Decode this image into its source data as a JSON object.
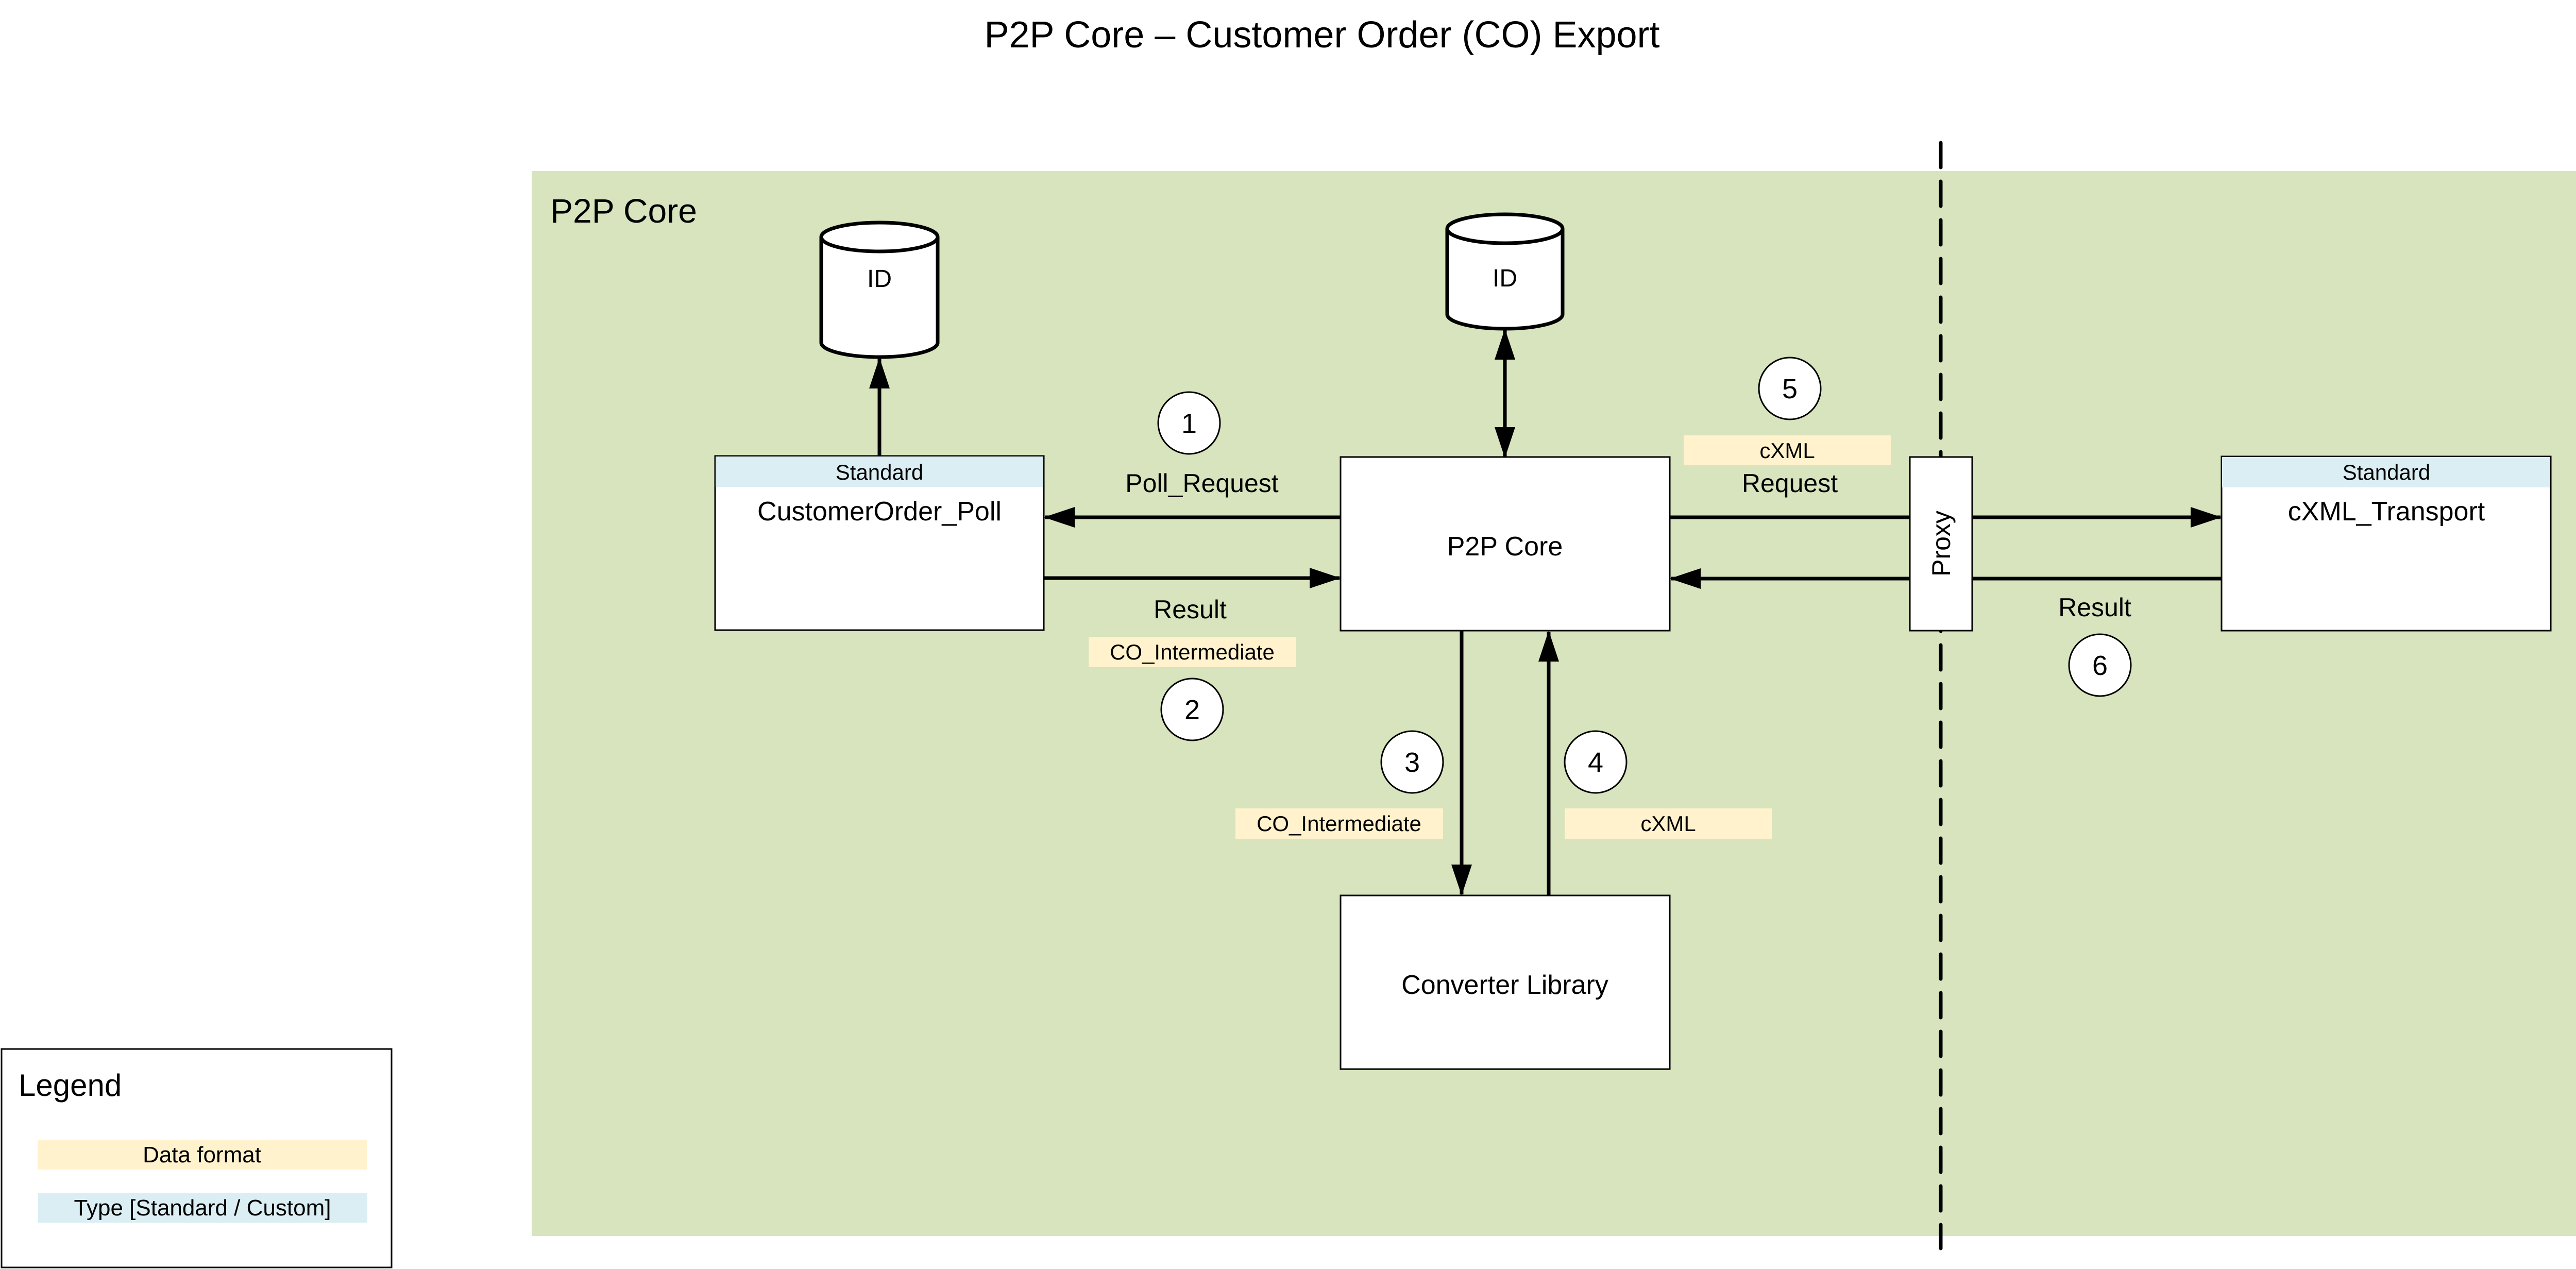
{
  "title": "P2P Core – Customer Order (CO) Export",
  "colors": {
    "zone_fill": "#D7E4BD",
    "data_format_fill": "#FFF2CC",
    "type_fill": "#DAEEF3",
    "box_fill": "#FFFFFF",
    "stroke": "#000000"
  },
  "zone": {
    "label": "P2P Core"
  },
  "databases": [
    {
      "id": "db-left",
      "label": "ID"
    },
    {
      "id": "db-center",
      "label": "ID"
    }
  ],
  "components": {
    "customer_order_poll": {
      "type": "Standard",
      "label": "CustomerOrder_Poll"
    },
    "p2p_core": {
      "label": "P2P Core"
    },
    "converter_library": {
      "label": "Converter Library"
    },
    "proxy": {
      "label": "Proxy"
    },
    "cxml_transport": {
      "type": "Standard",
      "label": "cXML_Transport"
    }
  },
  "flows": [
    {
      "step": "1",
      "label": "Poll_Request",
      "data_format": ""
    },
    {
      "step": "2",
      "label": "Result",
      "data_format": "CO_Intermediate"
    },
    {
      "step": "3",
      "label": "",
      "data_format": "CO_Intermediate"
    },
    {
      "step": "4",
      "label": "",
      "data_format": "cXML"
    },
    {
      "step": "5",
      "label": "Request",
      "data_format": "cXML"
    },
    {
      "step": "6",
      "label": "Result",
      "data_format": ""
    }
  ],
  "legend": {
    "title": "Legend",
    "items": [
      {
        "label": "Data format",
        "kind": "data_format"
      },
      {
        "label": "Type [Standard / Custom]",
        "kind": "type"
      }
    ]
  }
}
